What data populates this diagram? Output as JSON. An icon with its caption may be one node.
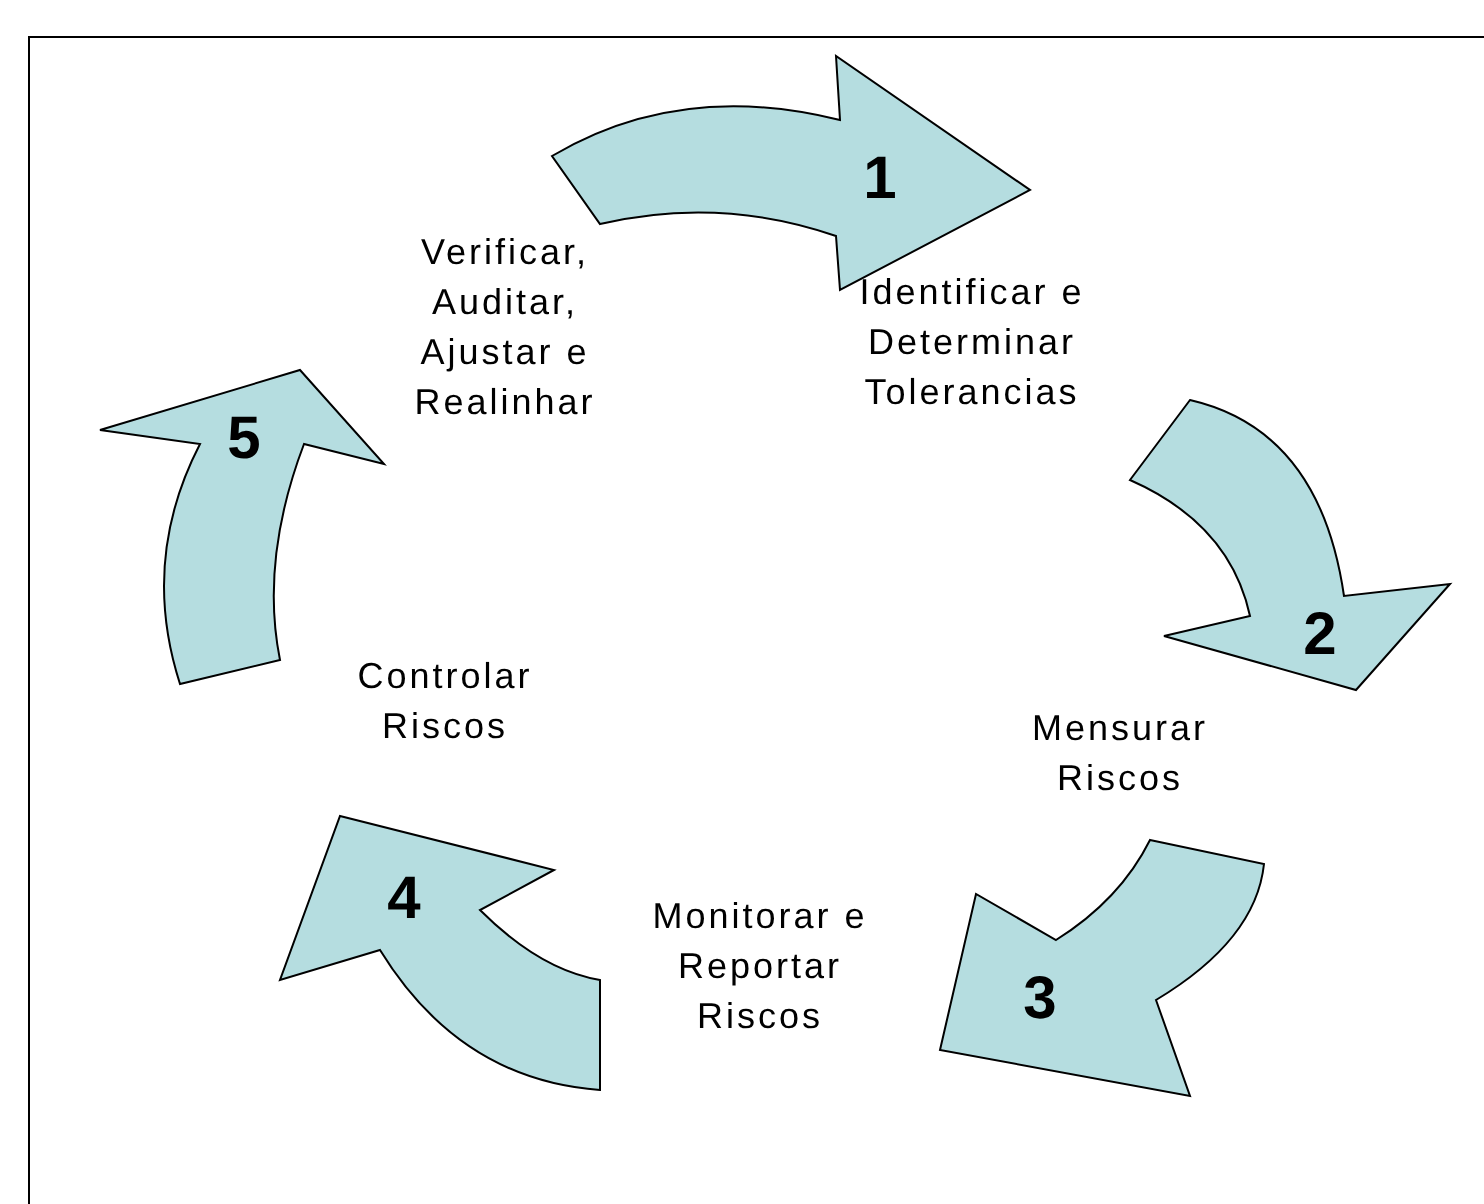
{
  "diagram": {
    "nodes": [
      {
        "text": [
          "1"
        ]
      },
      {
        "text": [
          "2"
        ]
      },
      {
        "text": [
          "3"
        ]
      },
      {
        "text": [
          "4"
        ]
      },
      {
        "text": [
          "5"
        ]
      }
    ],
    "labels": [
      "Verificar, Auditar, Ajustar e Realinhar",
      "Identificar e Determinar Tolerancias",
      "Controlar Riscos",
      "Mensurar Riscos",
      "Monitorar e Reportar Riscos"
    ]
  }
}
